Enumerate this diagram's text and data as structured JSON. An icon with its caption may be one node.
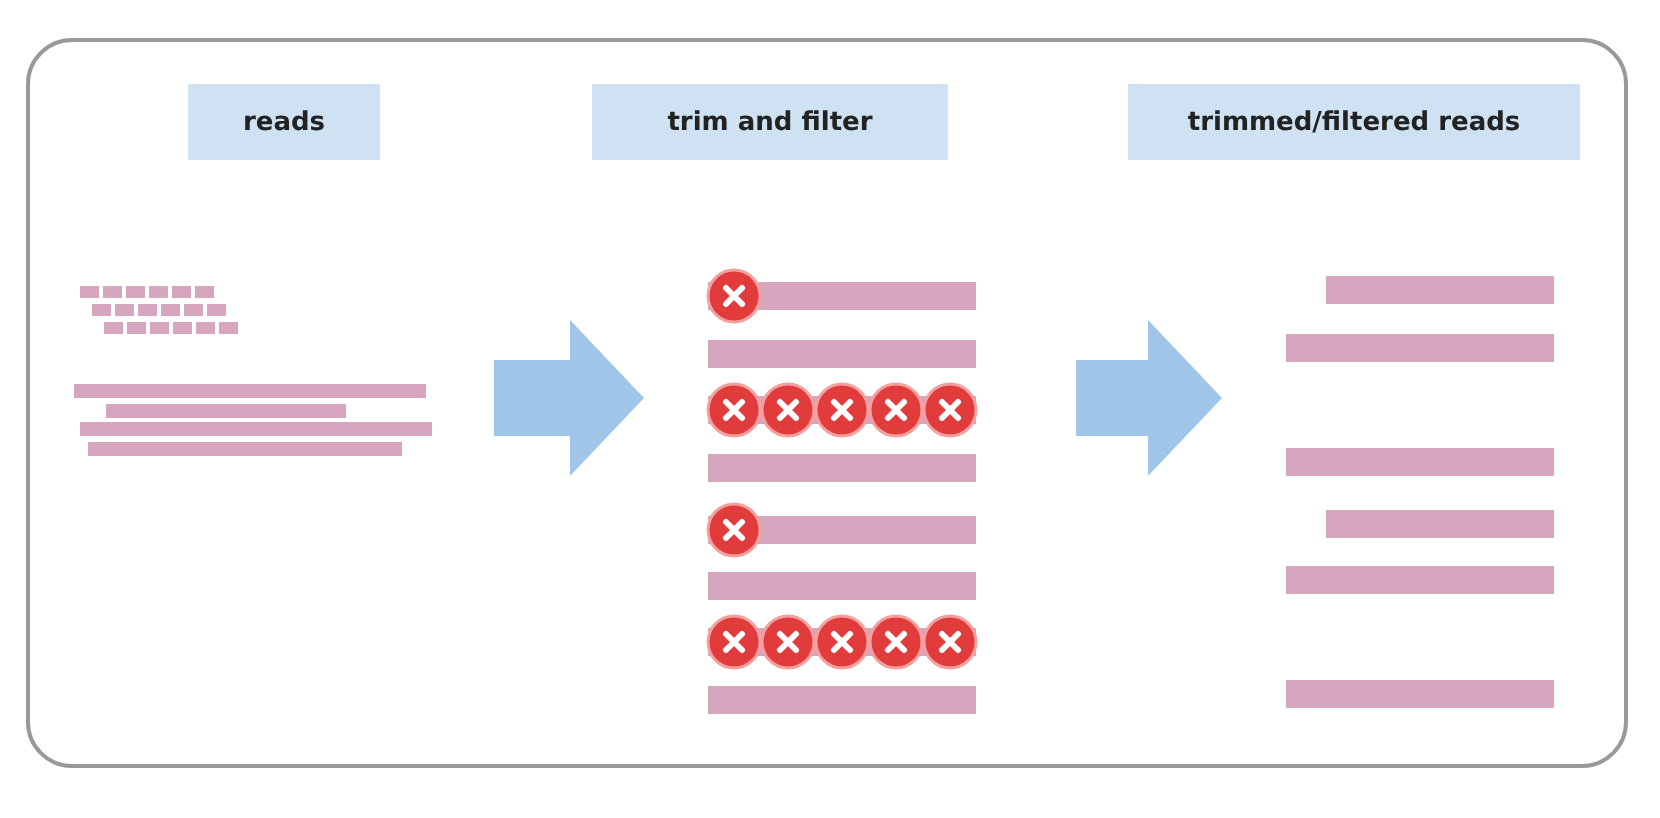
{
  "diagram": {
    "nodes": [
      {
        "text": [
          "reads"
        ]
      },
      {
        "text": [
          "trim and filter"
        ]
      },
      {
        "text": [
          "trimmed/filtered reads"
        ]
      },
      {
        "text": [],
        "shape": "picture"
      },
      {
        "text": [],
        "shape": "picture"
      },
      {
        "text": [],
        "shape": "picture"
      }
    ],
    "edges": [
      {
        "from": 3,
        "to": 4,
        "arrow": "to"
      },
      {
        "from": 4,
        "to": 5,
        "arrow": "to"
      }
    ]
  }
}
